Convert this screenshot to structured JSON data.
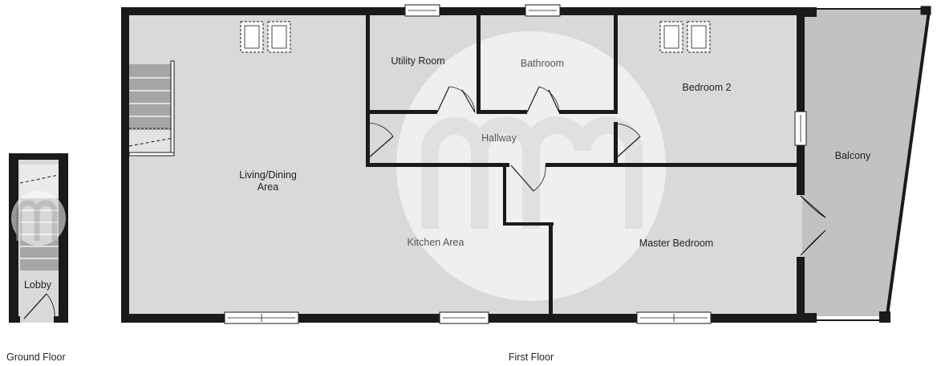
{
  "rooms": {
    "living": [
      "Living/Dining",
      "Area"
    ],
    "utility": "Utility Room",
    "bathroom": "Bathroom",
    "bedroom2": "Bedroom 2",
    "hallway": "Hallway",
    "balcony": "Balcony",
    "kitchen": "Kitchen Area",
    "master": "Master Bedroom",
    "lobby": "Lobby"
  },
  "floors": {
    "ground": "Ground Floor",
    "first": "First Floor"
  },
  "colors": {
    "floor_fill": "#d9d9d9",
    "balcony_fill": "#c2c2c2",
    "wall": "#1a1a1a",
    "stair": "#a6a6a6",
    "watermark": "#ffffff"
  }
}
